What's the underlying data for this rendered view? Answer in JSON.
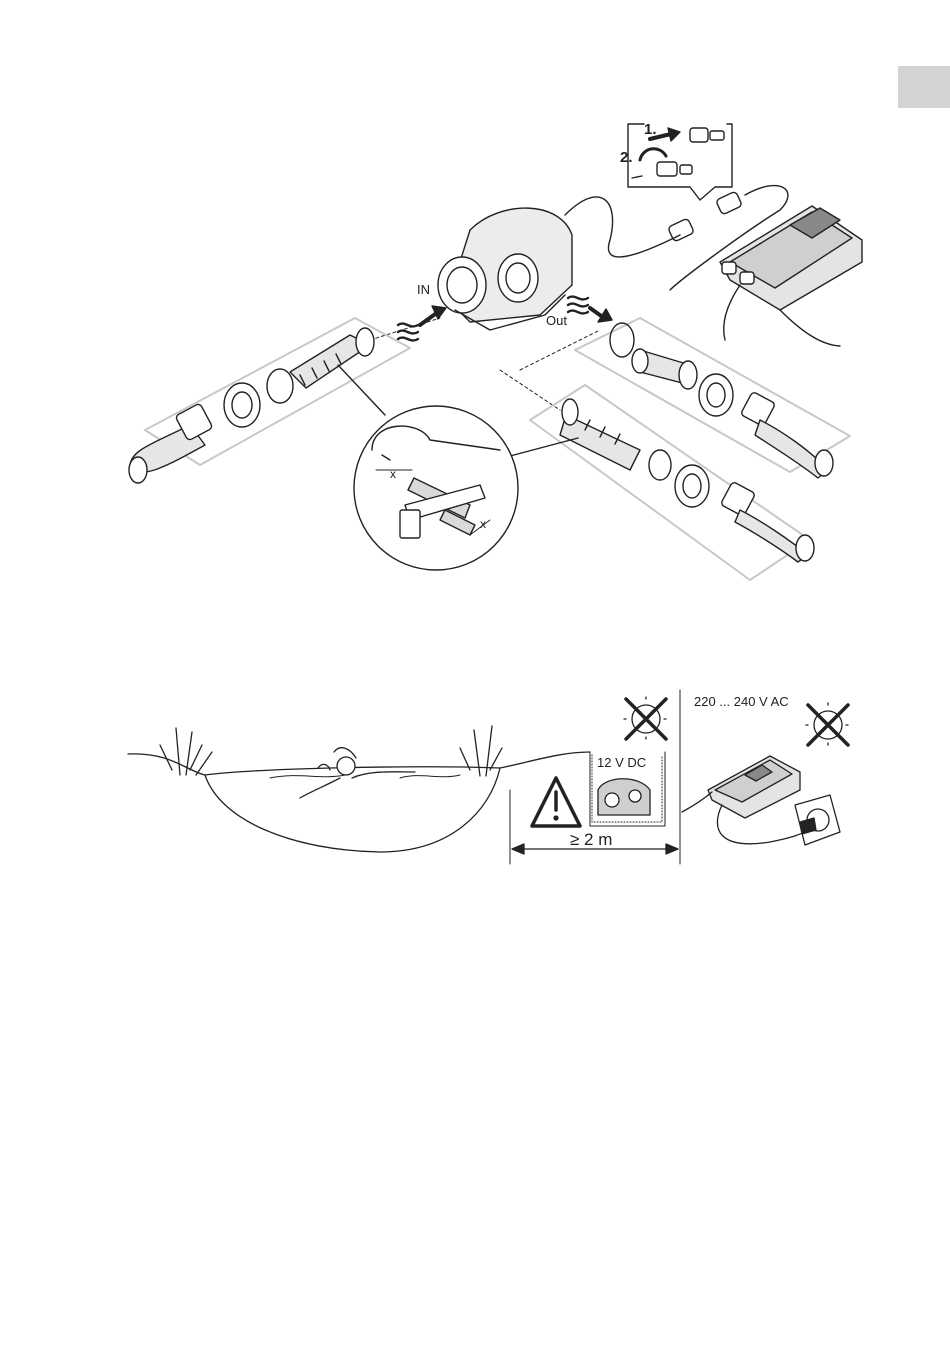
{
  "figure1": {
    "step1": "1.",
    "step2": "2.",
    "inlet_label": "IN",
    "outlet_label": "Out",
    "cut_label_1": "x",
    "cut_label_2": "x"
  },
  "figure2": {
    "dc_voltage": "12 V DC",
    "ac_voltage": "220 ... 240 V AC",
    "distance": "≥ 2 m"
  },
  "colors": {
    "line": "#222222",
    "tab": "#d4d4d4",
    "panel_border": "#c8c8c8",
    "hose_fill": "#e6e6e6",
    "device_fill": "#dcdcdc"
  }
}
